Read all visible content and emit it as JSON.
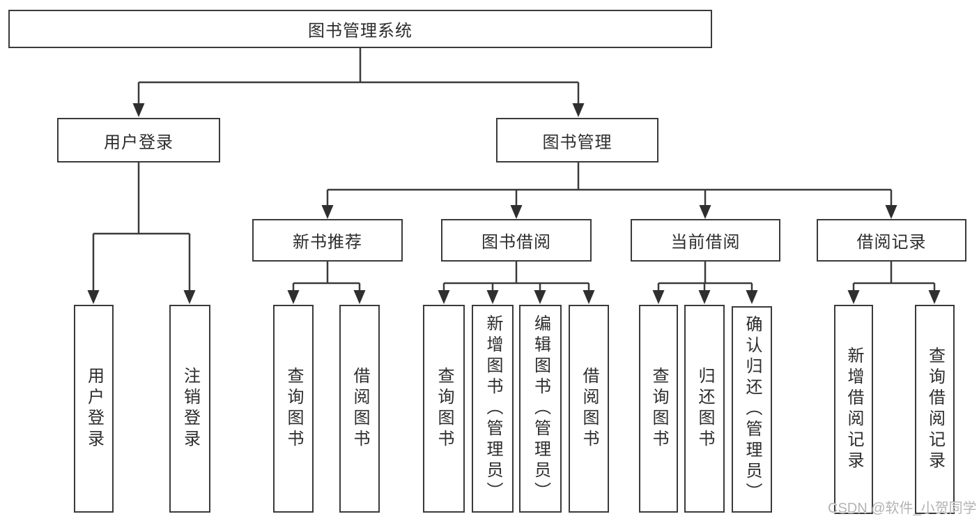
{
  "diagram": {
    "root": {
      "label": "图书管理系统"
    },
    "branches": [
      {
        "label": "用户登录",
        "leaves": [
          "用户登录",
          "注销登录"
        ]
      },
      {
        "label": "图书管理",
        "groups": [
          {
            "label": "新书推荐",
            "leaves": [
              "查询图书",
              "借阅图书"
            ]
          },
          {
            "label": "图书借阅",
            "leaves": [
              "查询图书",
              "新增图书（管理员）",
              "编辑图书（管理员）",
              "借阅图书"
            ]
          },
          {
            "label": "当前借阅",
            "leaves": [
              "查询图书",
              "归还图书",
              "确认归还（管理员）"
            ]
          },
          {
            "label": "借阅记录",
            "leaves": [
              "新增借阅记录",
              "查询借阅记录"
            ]
          }
        ]
      }
    ]
  },
  "watermark": {
    "text": "CSDN @软件_小贺同学"
  },
  "colors": {
    "line": "#3a3a3a",
    "arrow": "#2f2f2f",
    "text": "#2c2c2c",
    "box_border": "#3a3a3a",
    "background": "#ffffff",
    "watermark": "#b3b3b3"
  }
}
